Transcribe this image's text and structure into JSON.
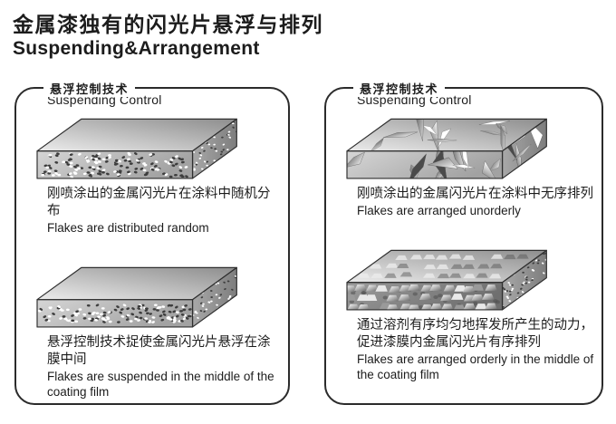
{
  "page": {
    "title_zh": "金属漆独有的闪光片悬浮与排列",
    "title_en": "Suspending&Arrangement"
  },
  "panels": [
    {
      "legend_zh": "悬浮控制技术",
      "legend_en": "Suspending Control",
      "figures": [
        {
          "illustration": "slab-flakes-random",
          "caption_zh": "刚喷涂出的金属闪光片在涂料中随机分布",
          "caption_en": "Flakes are distributed random"
        },
        {
          "illustration": "slab-flakes-suspended-middle",
          "caption_zh": "悬浮控制技术捉使金属闪光片悬浮在涂膜中间",
          "caption_en": "Flakes are suspended in the middle of the coating film"
        }
      ]
    },
    {
      "legend_zh": "悬浮控制技术",
      "legend_en": "Suspending Control",
      "figures": [
        {
          "illustration": "slab-flakes-unordered",
          "caption_zh": "刚喷涂出的金属闪光片在涂料中无序排列",
          "caption_en": "Flakes are arranged unorderly"
        },
        {
          "illustration": "slab-flakes-ordered-rows",
          "caption_zh": "通过溶剂有序均匀地挥发所产生的动力，促进漆膜内金属闪光片有序排列",
          "caption_en": "Flakes are arranged orderly in the middle of the coating film"
        }
      ]
    }
  ],
  "colors": {
    "text": "#1c1c1c",
    "panel_border": "#2b2b2b",
    "slab_top_light": "#ececec",
    "slab_top_dark": "#8d8d8d",
    "slab_front_light": "#d6d6d6",
    "slab_front_dark": "#a2a2a2",
    "slab_side": "#989898",
    "flake_dark": "#3d3d3d",
    "flake_white": "#ffffff"
  }
}
